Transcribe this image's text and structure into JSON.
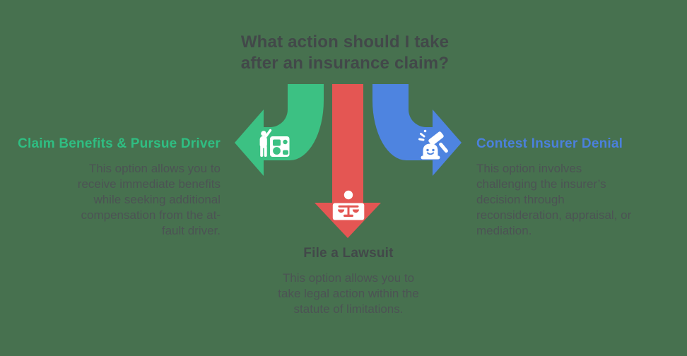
{
  "title": "What action should I take\nafter an insurance claim?",
  "colors": {
    "background": "#47714F",
    "arrow_green": "#3CC183",
    "arrow_red": "#E45653",
    "arrow_blue": "#4E84E0",
    "heading_green": "#2FBE82",
    "heading_blue": "#4B80DC",
    "heading_dark": "#424849",
    "body_text": "#4C5354",
    "icon_white": "#FFFFFF"
  },
  "options": {
    "left": {
      "heading": "Claim Benefits & Pursue Driver",
      "body": "This option allows you to\nreceive immediate benefits\nwhile seeking additional\ncompensation from the at-\nfault driver.",
      "icon": "person-car-icon",
      "direction": "left"
    },
    "bottom": {
      "heading": "File a Lawsuit",
      "body": "This option allows you to\ntake legal action within the\nstatute of limitations.",
      "icon": "scales-of-justice-icon",
      "direction": "down"
    },
    "right": {
      "heading": "Contest Insurer Denial",
      "body": "This option involves\nchallenging the insurer’s\ndecision through\nreconsideration, appraisal, or\nmediation.",
      "icon": "gavel-denial-icon",
      "direction": "right"
    }
  }
}
